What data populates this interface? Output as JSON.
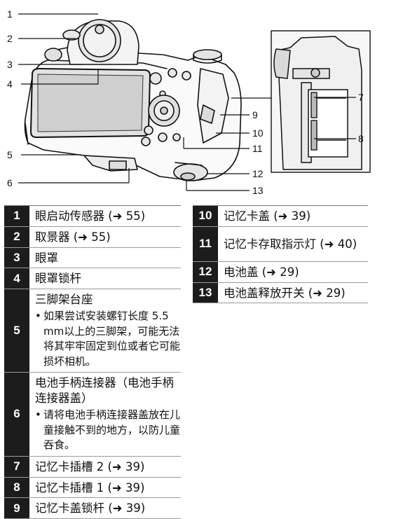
{
  "callouts": [
    "1",
    "2",
    "3",
    "4",
    "5",
    "6",
    "7",
    "8",
    "9",
    "10",
    "11",
    "12",
    "13"
  ],
  "left_table": [
    {
      "num": "1",
      "label": "眼启动传感器 (➜ 55)"
    },
    {
      "num": "2",
      "label": "取景器 (➜ 55)"
    },
    {
      "num": "3",
      "label": "眼罩"
    },
    {
      "num": "4",
      "label": "眼罩锁杆"
    },
    {
      "num": "5",
      "label": "三脚架台座",
      "note": "如果尝试安装螺钉长度 5.5 mm以上的三脚架，可能无法将其牢牢固定到位或者它可能损坏相机。"
    },
    {
      "num": "6",
      "label": "电池手柄连接器（电池手柄连接器盖）",
      "note": "请将电池手柄连接器盖放在儿童接触不到的地方，以防儿童吞食。"
    },
    {
      "num": "7",
      "label": "记忆卡插槽 2 (➜ 39)"
    },
    {
      "num": "8",
      "label": "记忆卡插槽 1 (➜ 39)"
    },
    {
      "num": "9",
      "label": "记忆卡盖锁杆 (➜ 39)"
    }
  ],
  "right_table": [
    {
      "num": "10",
      "label": "记忆卡盖 (➜ 39)"
    },
    {
      "num": "11",
      "label": "记忆卡存取指示灯 (➜ 40)"
    },
    {
      "num": "12",
      "label": "电池盖 (➜ 29)"
    },
    {
      "num": "13",
      "label": "电池盖释放开关 (➜ 29)"
    }
  ]
}
